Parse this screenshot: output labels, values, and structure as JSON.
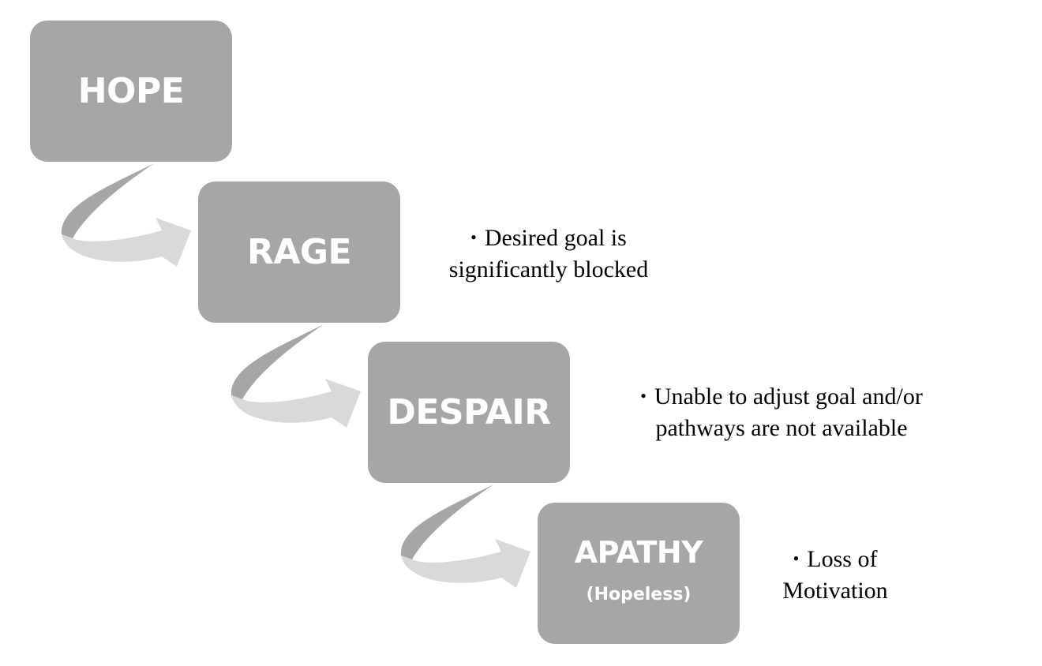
{
  "stages": [
    {
      "label": "HOPE",
      "sub": ""
    },
    {
      "label": "RAGE",
      "sub": ""
    },
    {
      "label": "DESPAIR",
      "sub": ""
    },
    {
      "label": "APATHY",
      "sub": "(Hopeless)"
    }
  ],
  "notes": {
    "rage": {
      "bullet": "•",
      "line1": "Desired goal is",
      "line2": "significantly blocked"
    },
    "despair": {
      "bullet": "•",
      "line1": "Unable to adjust goal and/or",
      "line2": "pathways are not available"
    },
    "apathy": {
      "bullet": "•",
      "line1": "Loss of",
      "line2": "Motivation"
    }
  },
  "colors": {
    "box": "#a6a6a6",
    "box_text": "#ffffff",
    "arrow_dark": "#a6a6a6",
    "arrow_light": "#d9d9d9"
  }
}
